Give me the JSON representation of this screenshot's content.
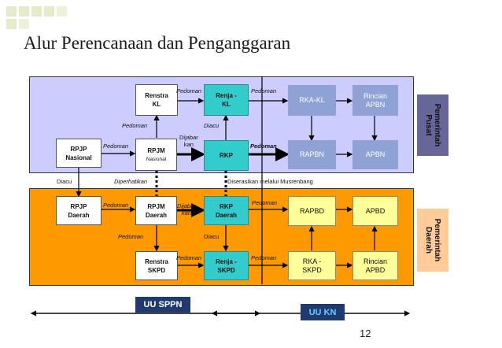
{
  "title": "Alur Perencanaan dan Penganggaran",
  "page_number": "12",
  "colors": {
    "pusat_panel": "#ccccff",
    "daerah_panel": "#ff9900",
    "teal": "#33cccc",
    "steel": "#8fa2d6",
    "yellow": "#ffff99",
    "pusat_label": "#666699",
    "daerah_label": "#ffcc99",
    "law_bar": "#1f3a6e",
    "corner_squares": "#e3e8c5"
  },
  "side_labels": {
    "pusat": "Pemerintah\nPusat",
    "daerah": "Pemerintah\nDaerah"
  },
  "boxes": {
    "renstra_kl": "Renstra\nKL",
    "renja_kl": "Renja -\nKL",
    "rka_kl": "RKA-KL",
    "rincian_apbn": "Rincian\nAPBN",
    "rpjp_nasional": "RPJP\nNasional",
    "rpjm_nasional": "RPJM",
    "rpjm_nasional_sub": "Nasional",
    "rkp": "RKP",
    "rapbn": "RAPBN",
    "apbn": "APBN",
    "rpjp_daerah": "RPJP\nDaerah",
    "rpjm_daerah": "RPJM\nDaerah",
    "rkp_daerah": "RKP\nDaerah",
    "rapbd": "RAPBD",
    "apbd": "APBD",
    "renstra_skpd": "Renstra\nSKPD",
    "renja_skpd": "Renja -\nSKPD",
    "rka_skpd": "RKA -\nSKPD",
    "rincian_apbd": "Rincian\nAPBD"
  },
  "labels": {
    "pedoman": "Pedoman",
    "diacu": "Diacu",
    "dijabarkan": "Dijabar\nkan",
    "diperhatikan": "Diperhatikan",
    "diserasikan": "Diserasikan melalui Musrenbang"
  },
  "laws": {
    "uu_sppn": "UU SPPN",
    "uu_kn": "UU KN"
  }
}
